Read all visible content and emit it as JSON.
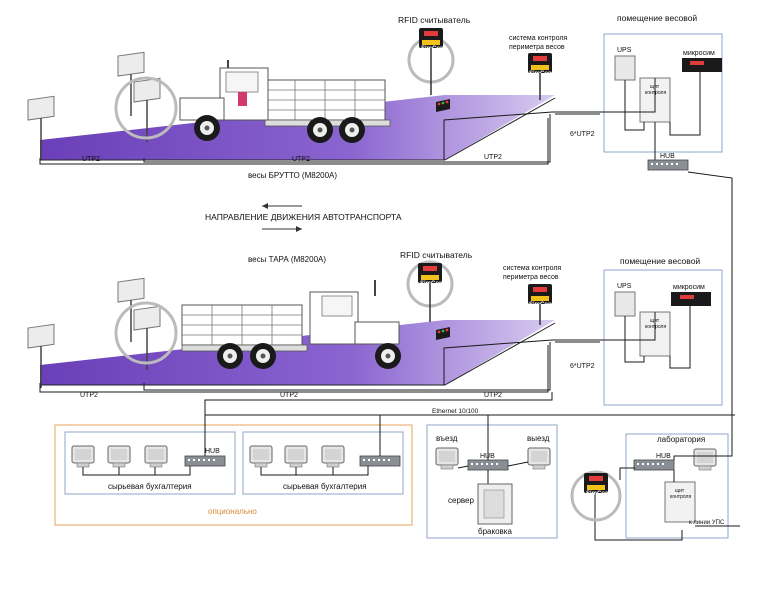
{
  "weighbridge_top": {
    "rfid_label": "RFID считыватель",
    "perimeter_label_1": "система контроля",
    "perimeter_label_2": "периметра весов",
    "room_title": "помещение весовой",
    "ups_label": "UPS",
    "microsim_label": "микросим",
    "cabinet_label_1": "щит",
    "cabinet_label_2": "контроля",
    "hub_label": "HUB",
    "cable_6utp2": "6*UTP2",
    "cable_utp2_a": "UTP2",
    "cable_utp2_b": "UTP2",
    "cable_utp2_c": "UTP2",
    "scale_caption": "весы БРУТТО  (М8200А)",
    "device_brand": "SimCon"
  },
  "direction_label": "НАПРАВЛЕНИЕ ДВИЖЕНИЯ АВТОТРАНСПОРТА",
  "weighbridge_bottom": {
    "scale_caption": "весы ТАРА  (М8200А)",
    "rfid_label": "RFID считыватель",
    "perimeter_label_1": "система контроля",
    "perimeter_label_2": "периметра весов",
    "room_title": "помещение весовой",
    "ups_label": "UPS",
    "microsim_label": "микросим",
    "cabinet_label_1": "щит",
    "cabinet_label_2": "контроля",
    "cable_6utp2": "6*UTP2",
    "cable_utp2_a": "UTP2",
    "cable_utp2_b": "UTP2",
    "cable_utp2_c": "UTP2",
    "device_brand": "SimCon"
  },
  "network": {
    "ethernet_label": "Ethernet 10/100",
    "accounting_1_label": "сырьевая бухгалтерия",
    "accounting_2_label": "сырьевая бухгалтерия",
    "optional_label": "опционально",
    "hub_label": "HUB",
    "entry_label": "въезд",
    "exit_label": "выезд",
    "server_label": "сервер",
    "reject_label": "браковка",
    "lab_title": "лаборатория",
    "lab_cabinet_1": "щит",
    "lab_cabinet_2": "контроля",
    "ups_line_label": "к линии УПС",
    "lab_device_brand": "SimCon"
  },
  "colors": {
    "platform": "#7a4fc4",
    "platform_light": "#c9b3ee",
    "optional_box": "#e7a35a",
    "box_border": "#8fa6c8",
    "cable": "#1a1a1a"
  }
}
